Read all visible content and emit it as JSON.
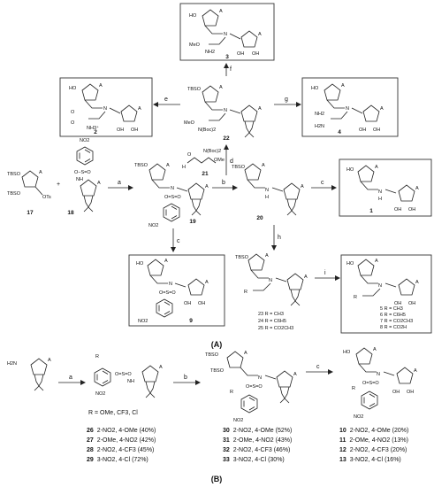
{
  "atoms": {
    "tbso": "TBSO",
    "ho": "HO",
    "a": "A",
    "oh": "OH",
    "o": "O",
    "n": "N",
    "h": "H",
    "nh": "NH",
    "no2": "NO2",
    "oo": "O−S=O",
    "ots": "OTs",
    "meo": "MeO",
    "nh2": "NH2",
    "nh3": "NH3⁺",
    "h2n": "H2N",
    "nboc2": "N(Boc)2",
    "ome": "OMe",
    "r": "R",
    "so2": "O=S=O",
    "plus": "+"
  },
  "reagents": {
    "a": "a",
    "b": "b",
    "c": "c",
    "d": "d",
    "e": "e",
    "f": "f",
    "g": "g",
    "h": "h",
    "i": "i"
  },
  "compounds": {
    "c1": "1",
    "c2": "2",
    "c3": "3",
    "c4": "4",
    "c9": "9",
    "c17": "17",
    "c18": "18",
    "c19": "19",
    "c20": "20",
    "c21": "21",
    "c22": "22"
  },
  "series_a": [
    "23 R = CH3",
    "24 R = C6H5",
    "25 R = CO2CH3"
  ],
  "series_b": [
    "5 R = CH3",
    "6 R = C6H5",
    "7 R = CO2CH3",
    "8 R = CO2H"
  ],
  "r_substituents": "R = OMe, CF3, Cl",
  "yields_1": [
    {
      "num": "26",
      "text": "2-NO2, 4-OMe (40%)"
    },
    {
      "num": "27",
      "text": "2-OMe, 4-NO2 (42%)"
    },
    {
      "num": "28",
      "text": "2-NO2, 4-CF3 (45%)"
    },
    {
      "num": "29",
      "text": "3-NO2, 4-Cl (72%)"
    }
  ],
  "yields_2": [
    {
      "num": "30",
      "text": "2-NO2, 4-OMe (52%)"
    },
    {
      "num": "31",
      "text": "2-OMe, 4-NO2 (43%)"
    },
    {
      "num": "32",
      "text": "2-NO2, 4-CF3 (46%)"
    },
    {
      "num": "33",
      "text": "3-NO2, 4-Cl (30%)"
    }
  ],
  "yields_3": [
    {
      "num": "10",
      "text": "2-NO2, 4-OMe (20%)"
    },
    {
      "num": "11",
      "text": "2-OMe, 4-NO2 (13%)"
    },
    {
      "num": "12",
      "text": "2-NO2, 4-CF3 (20%)"
    },
    {
      "num": "13",
      "text": "3-NO2, 4-Cl (16%)"
    }
  ],
  "section_a": "(A)",
  "section_b": "(B)"
}
